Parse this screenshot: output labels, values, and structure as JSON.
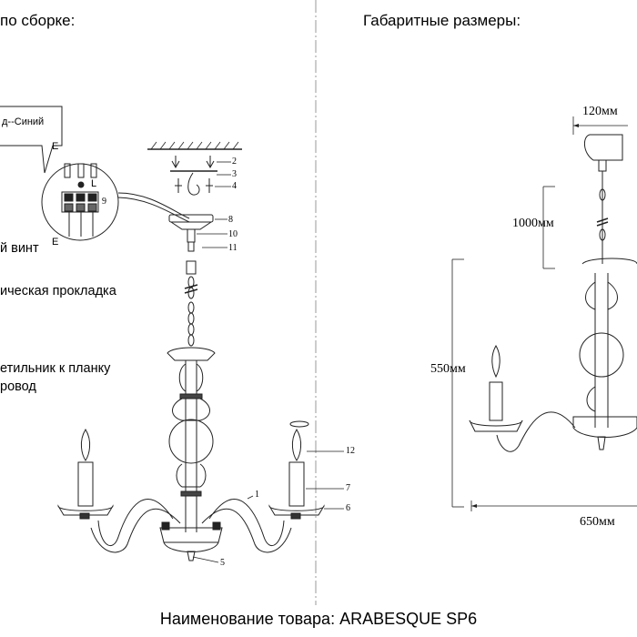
{
  "sections": {
    "assembly_title": "по сборке:",
    "dimensions_title": "Габаритные размеры:"
  },
  "notes": {
    "wire_label": "д--Синий",
    "terminal_top_labels": [
      "E",
      "",
      "L"
    ],
    "terminal_bottom_label": "E",
    "screw_text": "й винт",
    "gasket_text": "ическая прокладка",
    "attach_text_1": "етильник к планку",
    "attach_text_2": "ровод"
  },
  "callouts": [
    "2",
    "3",
    "4",
    "8",
    "10",
    "11",
    "9",
    "12",
    "7",
    "6",
    "1",
    "5"
  ],
  "dimensions": {
    "width_top": "120мм",
    "chain": "1000мм",
    "height": "550мм",
    "width": "650мм"
  },
  "product": {
    "label": "Наименование товара: ARABESQUE SP6"
  }
}
